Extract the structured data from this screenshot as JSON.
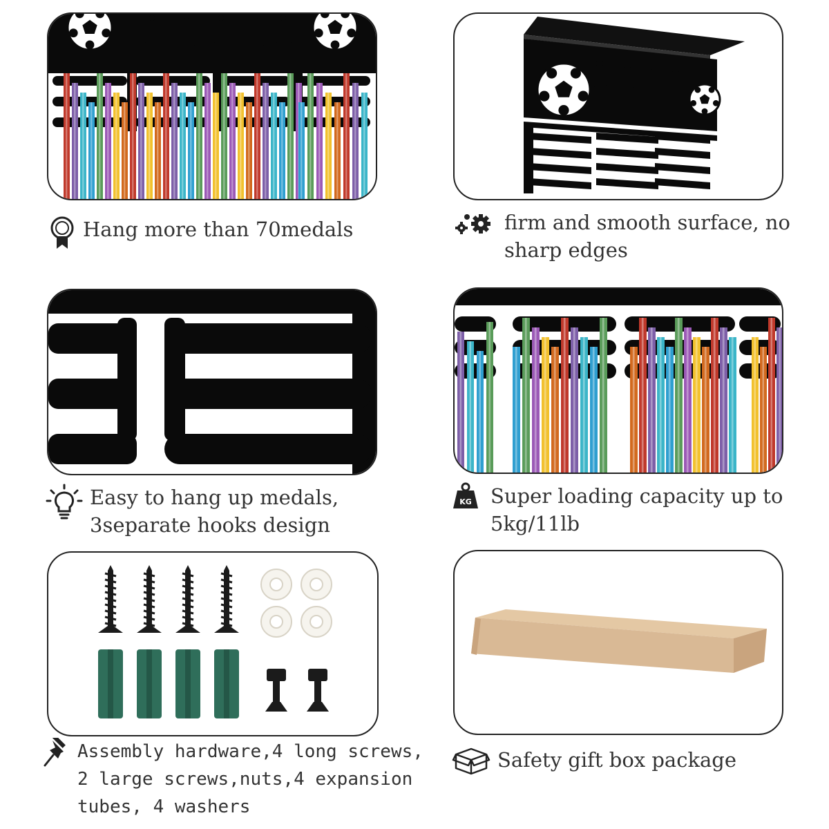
{
  "features": [
    {
      "icon": "medal-icon",
      "text": "Hang more than 70medals"
    },
    {
      "icon": "gears-icon",
      "text": "firm and smooth surface, no\nsharp edges"
    },
    {
      "icon": "lightbulb-icon",
      "text": "Easy to hang up medals,\n3separate hooks design"
    },
    {
      "icon": "weight-kg-icon",
      "badge": "KG",
      "text": "Super loading capacity  up to\n5kg/11lb"
    },
    {
      "icon": "pushpin-icon",
      "text": "Assembly hardware,4 long screws,\n2 large screws,nuts,4 expansion\ntubes, 4 washers"
    },
    {
      "icon": "gift-box-icon",
      "text": "Safety gift box package"
    }
  ],
  "colors": {
    "rack": "#0a0a0a",
    "box": "#d9b995",
    "anchor": "#2f6e5a",
    "washer": "#f6f4ee",
    "ribbons": [
      "#c0392b",
      "#2f9fd0",
      "#f2c12e",
      "#7d5fa8",
      "#5a9c5a",
      "#d2691e",
      "#3bb5c8",
      "#9b59b6"
    ]
  }
}
